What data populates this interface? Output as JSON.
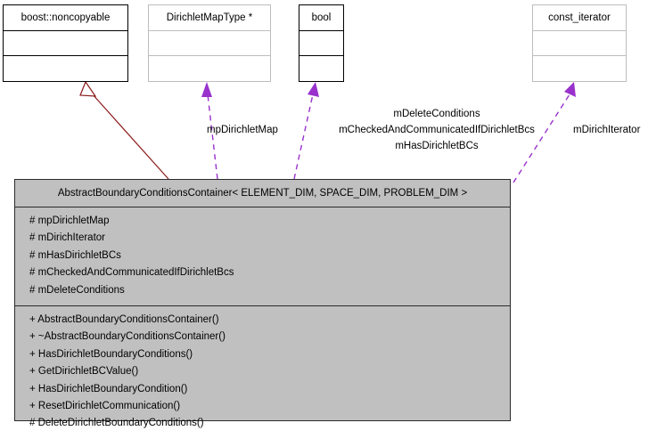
{
  "diagram": {
    "kind": "uml-collaboration-diagram",
    "colors": {
      "focus_node_fill": "#c0c0c0",
      "focus_node_border": "#2b2b2b",
      "plain_node_border": "#000000",
      "grey_node_border": "#bdbdbd",
      "inheritance_edge": "#8b1a1a",
      "usage_edge": "#9932cc",
      "background": "#ffffff",
      "text": "#000000"
    },
    "nodes": {
      "boost_noncopyable": {
        "title": "boost::noncopyable"
      },
      "dirichlet_map_type": {
        "title": "DirichletMapType *"
      },
      "bool_type": {
        "title": "bool"
      },
      "const_iterator": {
        "title": "const_iterator"
      },
      "focus": {
        "title": "AbstractBoundaryConditionsContainer< ELEMENT_DIM, SPACE_DIM, PROBLEM_DIM >",
        "attributes": [
          "# mpDirichletMap",
          "# mDirichIterator",
          "# mHasDirichletBCs",
          "# mCheckedAndCommunicatedIfDirichletBcs",
          "# mDeleteConditions"
        ],
        "operations": [
          "+ AbstractBoundaryConditionsContainer()",
          "+ ~AbstractBoundaryConditionsContainer()",
          "+ HasDirichletBoundaryConditions()",
          "+ GetDirichletBCValue()",
          "+ HasDirichletBoundaryCondition()",
          "+ ResetDirichletCommunication()",
          "# DeleteDirichletBoundaryConditions()"
        ]
      }
    },
    "edge_labels": {
      "mp_dirichlet_map": "mpDirichletMap",
      "bool_members_line1": "mDeleteConditions",
      "bool_members_line2": "mCheckedAndCommunicatedIfDirichletBcs",
      "bool_members_line3": "mHasDirichletBCs",
      "m_dirich_iterator": "mDirichIterator"
    }
  }
}
